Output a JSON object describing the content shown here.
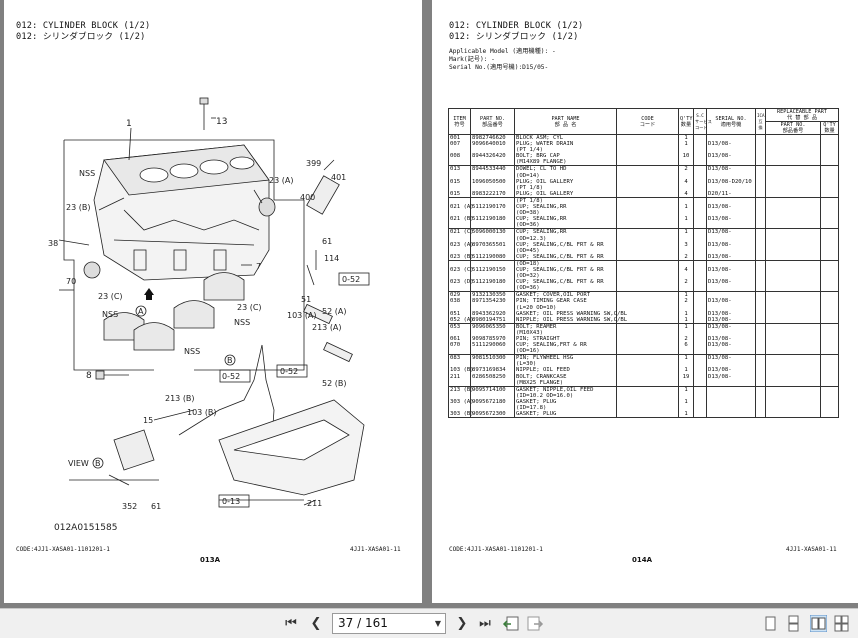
{
  "left_page": {
    "title_en": "012: CYLINDER BLOCK (1/2)",
    "title_jp": "012: シリンダブロック (1/2)",
    "diagram_code": "012A0151585",
    "code_left": "CODE:4JJ1-XASA01-1101201-1",
    "code_right": "4JJ1-XASA01-11",
    "page_id": "013A",
    "view_label": "VIEW",
    "callouts": {
      "c1": "1",
      "c13": "13",
      "nss1": "NSS",
      "c23a": "23 (A)",
      "c23b": "23 (B)",
      "c38": "38",
      "c399": "399",
      "c400": "400",
      "c401": "401",
      "c61": "61",
      "c114": "114",
      "c70": "70",
      "c23c": "23 (C)",
      "c7": "7",
      "c052a": "0-52",
      "c51": "51",
      "nss2": "NSS",
      "c23c2": "23 (C)",
      "nss3": "NSS",
      "nss4": "NSS",
      "c52a": "52 (A)",
      "c103a": "103 (A)",
      "c213a": "213 (A)",
      "c8": "8",
      "c052b": "0-52",
      "c052c": "0-52",
      "c213b": "213 (B)",
      "c52b": "52 (B)",
      "c103b": "103 (B)",
      "c15": "15",
      "c013": "0-13",
      "c211": "211",
      "c352": "352",
      "c61b": "61",
      "circA": "A",
      "circB": "B",
      "circB2": "B"
    }
  },
  "right_page": {
    "title_en": "012: CYLINDER BLOCK (1/2)",
    "title_jp": "012: シリンダブロック (1/2)",
    "applicable_model": "Applicable Model (適用機種): -",
    "mark": "Mark(記号): -",
    "serial": "Serial No.(適用号機):D15/05-",
    "code_left": "CODE:4JJ1-XASA01-1101201-1",
    "code_right": "4JJ1-XASA01-11",
    "page_id": "014A",
    "headers": {
      "item": "ITEM\n符号",
      "part_no": "PART NO.\n部品番号",
      "part_name": "PART NAME\n部 品 名",
      "code": "CODE\nコード",
      "qty": "Q'TY\n数量",
      "sc": "S.C\nサービス\nコード",
      "serial_no": "SERIAL NO.\n適用号機",
      "ica": "ICA\n互\n換",
      "replaceable": "REPLACEABLE PART\n代 替 部 品",
      "rep_part_no": "PART NO.\n部品番号",
      "rep_qty": "Q'TY\n数量"
    },
    "rows": [
      {
        "item": "001",
        "part_no": "8982746620",
        "name": "BLOCK ASM; CYL",
        "qty": "1",
        "serial": "",
        "sep": true
      },
      {
        "item": "007",
        "part_no": "9096640010",
        "name": "PLUG; WATER DRAIN",
        "qty": "1",
        "serial": "D13/08-",
        "sep": false
      },
      {
        "item": "",
        "part_no": "",
        "name": "(PT 1/4)",
        "qty": "",
        "serial": "",
        "sep": false
      },
      {
        "item": "008",
        "part_no": "8944326420",
        "name": "BOLT; BRG CAP",
        "qty": "10",
        "serial": "D13/08-",
        "sep": false
      },
      {
        "item": "",
        "part_no": "",
        "name": "(M14X89 FLANGE)",
        "qty": "",
        "serial": "",
        "sep": false
      },
      {
        "item": "013",
        "part_no": "8944533440",
        "name": "DOWEL; CL TO HD",
        "qty": "2",
        "serial": "D13/08-",
        "sep": true
      },
      {
        "item": "",
        "part_no": "",
        "name": "(OD=14)",
        "qty": "",
        "serial": "",
        "sep": false
      },
      {
        "item": "015",
        "part_no": "1096050500",
        "name": "PLUG; OIL GALLERY",
        "qty": "4",
        "serial": "D13/08-D20/10",
        "sep": false
      },
      {
        "item": "",
        "part_no": "",
        "name": "(PT 1/8)",
        "qty": "",
        "serial": "",
        "sep": false
      },
      {
        "item": "015",
        "part_no": "8983222170",
        "name": "PLUG; OIL GALLERY",
        "qty": "4",
        "serial": "D20/11-",
        "sep": false
      },
      {
        "item": "",
        "part_no": "",
        "name": "(PT 1/8)",
        "qty": "",
        "serial": "",
        "sep": true
      },
      {
        "item": "021 (A)",
        "part_no": "5112190170",
        "name": "CUP; SEALING,RR",
        "qty": "1",
        "serial": "D13/08-",
        "sep": false
      },
      {
        "item": "",
        "part_no": "",
        "name": "(OD=38)",
        "qty": "",
        "serial": "",
        "sep": false
      },
      {
        "item": "021 (B)",
        "part_no": "5112190180",
        "name": "CUP; SEALING,RR",
        "qty": "1",
        "serial": "D13/08-",
        "sep": false
      },
      {
        "item": "",
        "part_no": "",
        "name": "(OD=36)",
        "qty": "",
        "serial": "",
        "sep": false
      },
      {
        "item": "021 (C)",
        "part_no": "5096000130",
        "name": "CUP; SEALING,RR",
        "qty": "1",
        "serial": "D13/08-",
        "sep": true
      },
      {
        "item": "",
        "part_no": "",
        "name": "(OD=12.3)",
        "qty": "",
        "serial": "",
        "sep": false
      },
      {
        "item": "023 (A)",
        "part_no": "8970365501",
        "name": "CUP; SEALING,C/BL FRT & RR",
        "qty": "3",
        "serial": "D13/08-",
        "sep": false
      },
      {
        "item": "",
        "part_no": "",
        "name": "(OD=45)",
        "qty": "",
        "serial": "",
        "sep": false
      },
      {
        "item": "023 (B)",
        "part_no": "5112190080",
        "name": "CUP; SEALING,C/BL FRT & RR",
        "qty": "2",
        "serial": "D13/08-",
        "sep": false
      },
      {
        "item": "",
        "part_no": "",
        "name": "(OD=18)",
        "qty": "",
        "serial": "",
        "sep": true
      },
      {
        "item": "023 (C)",
        "part_no": "5112190150",
        "name": "CUP; SEALING,C/BL FRT & RR",
        "qty": "4",
        "serial": "D13/08-",
        "sep": false
      },
      {
        "item": "",
        "part_no": "",
        "name": "(OD=32)",
        "qty": "",
        "serial": "",
        "sep": false
      },
      {
        "item": "023 (D)",
        "part_no": "5112190180",
        "name": "CUP; SEALING,C/BL FRT & RR",
        "qty": "2",
        "serial": "D13/08-",
        "sep": false
      },
      {
        "item": "",
        "part_no": "",
        "name": "(OD=36)",
        "qty": "",
        "serial": "",
        "sep": false
      },
      {
        "item": "029",
        "part_no": "9132130350",
        "name": "GASKET; COVER,OIL PORT",
        "qty": "1",
        "serial": "",
        "sep": true
      },
      {
        "item": "038",
        "part_no": "8971354230",
        "name": "PIN; TIMING GEAR CASE",
        "qty": "2",
        "serial": "D13/08-",
        "sep": false
      },
      {
        "item": "",
        "part_no": "",
        "name": "(L=20 OD=10)",
        "qty": "",
        "serial": "",
        "sep": false
      },
      {
        "item": "051",
        "part_no": "8943362920",
        "name": "GASKET; OIL PRESS WARNING SW,C/BL",
        "qty": "1",
        "serial": "D13/08-",
        "sep": false
      },
      {
        "item": "052 (A)",
        "part_no": "8980194751",
        "name": "NIPPLE; OIL PRESS WARNING SW,C/BL",
        "qty": "1",
        "serial": "D13/08-",
        "sep": false
      },
      {
        "item": "053",
        "part_no": "9096065350",
        "name": "BOLT; REAMER",
        "qty": "1",
        "serial": "D13/08-",
        "sep": true
      },
      {
        "item": "",
        "part_no": "",
        "name": "(M10X43)",
        "qty": "",
        "serial": "",
        "sep": false
      },
      {
        "item": "061",
        "part_no": "9098785970",
        "name": "PIN; STRAIGHT",
        "qty": "2",
        "serial": "D13/08-",
        "sep": false
      },
      {
        "item": "070",
        "part_no": "5111290060",
        "name": "CUP; SEALING,FRT & RR",
        "qty": "6",
        "serial": "D13/08-",
        "sep": false
      },
      {
        "item": "",
        "part_no": "",
        "name": "(OD=16)",
        "qty": "",
        "serial": "",
        "sep": false
      },
      {
        "item": "083",
        "part_no": "9081510300",
        "name": "PIN; FLYWHEEL HSG",
        "qty": "1",
        "serial": "D13/08-",
        "sep": true
      },
      {
        "item": "",
        "part_no": "",
        "name": "(L=30)",
        "qty": "",
        "serial": "",
        "sep": false
      },
      {
        "item": "103 (B)",
        "part_no": "8973169834",
        "name": "NIPPLE; OIL FEED",
        "qty": "1",
        "serial": "D13/08-",
        "sep": false
      },
      {
        "item": "211",
        "part_no": "0286508250",
        "name": "BOLT; CRANKCASE",
        "qty": "19",
        "serial": "D13/08-",
        "sep": false
      },
      {
        "item": "",
        "part_no": "",
        "name": "(M8X25 FLANGE)",
        "qty": "",
        "serial": "",
        "sep": false
      },
      {
        "item": "213 (B)",
        "part_no": "9095714100",
        "name": "GASKET; NIPPLE,OIL FEED",
        "qty": "1",
        "serial": "",
        "sep": true
      },
      {
        "item": "",
        "part_no": "",
        "name": "(ID=10.2 OD=16.0)",
        "qty": "",
        "serial": "",
        "sep": false
      },
      {
        "item": "303 (A)",
        "part_no": "9095672180",
        "name": "GASKET; PLUG",
        "qty": "1",
        "serial": "",
        "sep": false
      },
      {
        "item": "",
        "part_no": "",
        "name": "(ID=17.8)",
        "qty": "",
        "serial": "",
        "sep": false
      },
      {
        "item": "303 (B)",
        "part_no": "9095672300",
        "name": "GASKET; PLUG",
        "qty": "1",
        "serial": "",
        "sep": false
      }
    ]
  },
  "toolbar": {
    "page_indicator": "37 / 161",
    "dropdown_icon": "▼",
    "first_icon": "⏮",
    "prev_icon": "❮",
    "next_icon": "❯",
    "last_icon": "⏭"
  }
}
